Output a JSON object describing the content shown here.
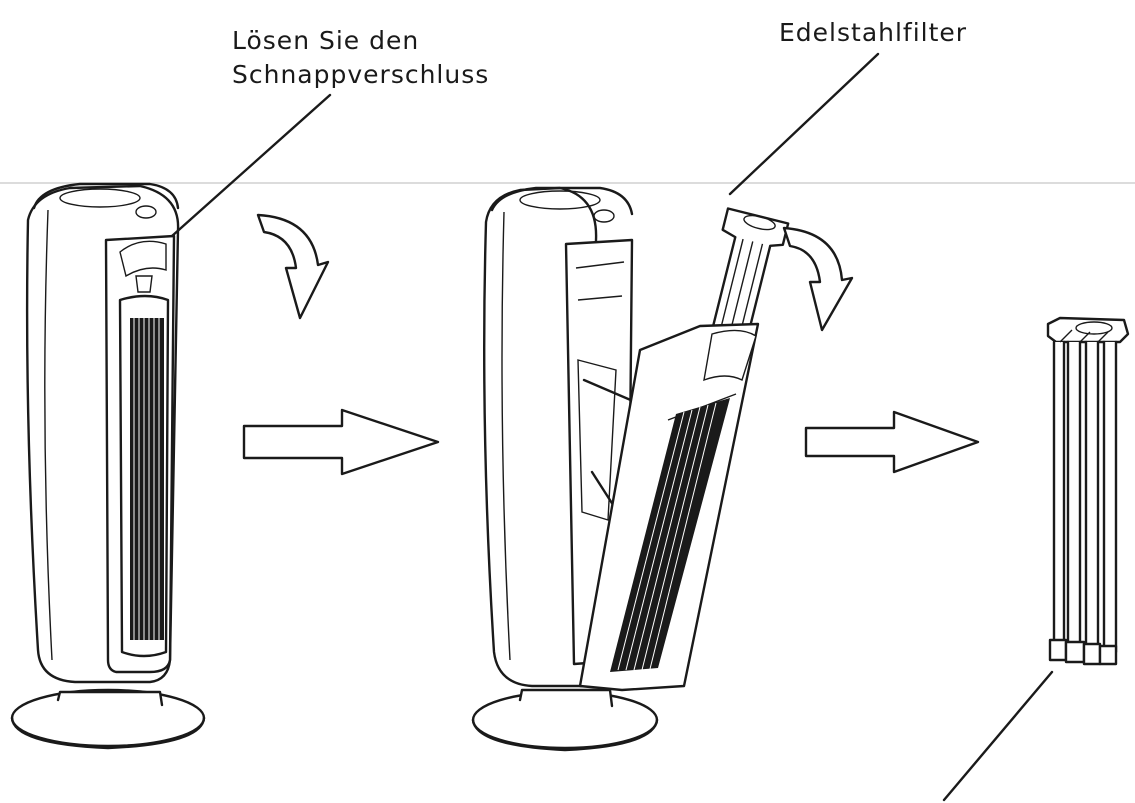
{
  "labels": {
    "snap_line1": "Lösen Sie den",
    "snap_line2": "Schnappverschluss",
    "filter": "Edelstahlfilter"
  },
  "colors": {
    "line": "#1a1a1a",
    "background": "#ffffff",
    "horizon": "#d0d0d0"
  }
}
